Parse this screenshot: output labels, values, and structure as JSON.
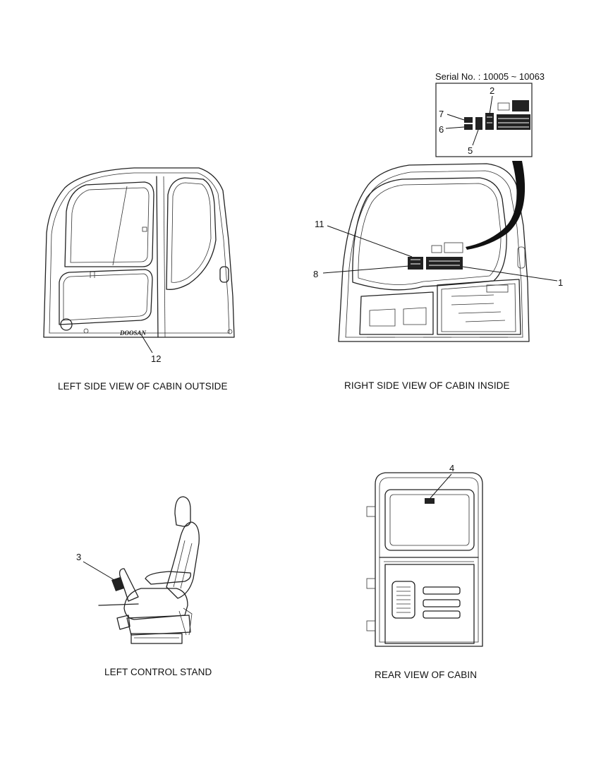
{
  "serial": "Serial No. : 10005 ~ 10063",
  "brand_logo": "DOOSAN",
  "captions": {
    "left_side": "LEFT SIDE VIEW OF CABIN OUTSIDE",
    "right_side": "RIGHT SIDE VIEW OF CABIN INSIDE",
    "control_stand": "LEFT CONTROL STAND",
    "rear": "REAR VIEW OF CABIN"
  },
  "callouts": {
    "c1": "1",
    "c2": "2",
    "c3": "3",
    "c4": "4",
    "c5": "5",
    "c6": "6",
    "c7": "7",
    "c8": "8",
    "c11": "11",
    "c12": "12"
  },
  "icons": {
    "cabin_left": "cabin-outline-icon",
    "cabin_right": "cabin-interior-icon",
    "seat": "operator-seat-icon",
    "rear": "cabin-rear-icon"
  }
}
